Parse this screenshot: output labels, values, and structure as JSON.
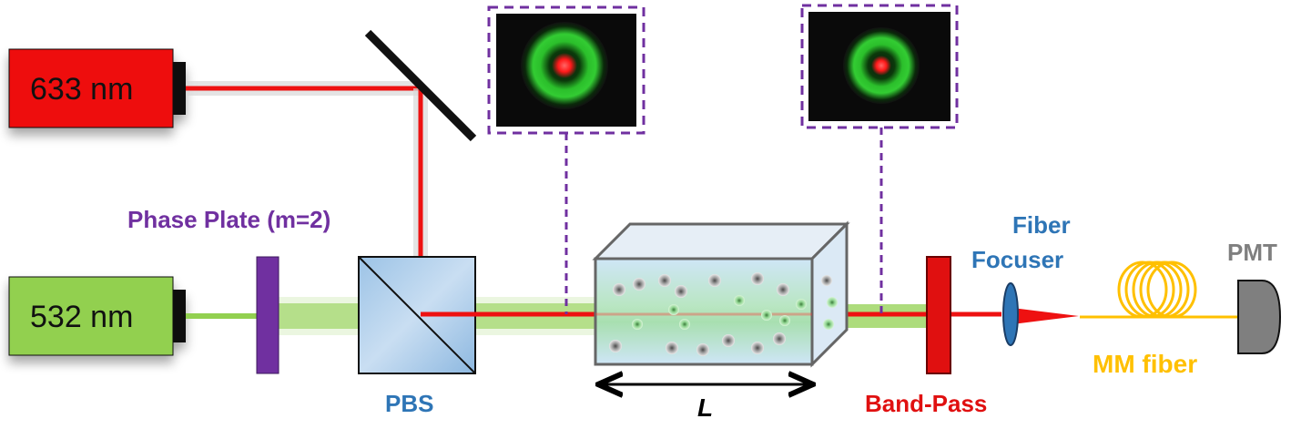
{
  "lasers": [
    {
      "label": "633 nm",
      "color": "#ee1111"
    },
    {
      "label": "532 nm",
      "color": "#92d050"
    }
  ],
  "labels": {
    "phase_plate": "Phase Plate (m=2)",
    "pbs": "PBS",
    "cell_length": "L",
    "band_pass": "Band-Pass",
    "fiber_focuser_line1": "Fiber",
    "fiber_focuser_line2": "Focuser",
    "mm_fiber": "MM fiber",
    "pmt": "PMT"
  },
  "colors": {
    "red_beam": "#ee1111",
    "green_beam": "#8fd14f",
    "phase_plate": "#7030a0",
    "phase_label": "#7030a0",
    "pbs_label": "#2e75b6",
    "band_pass": "#e01010",
    "band_pass_label": "#e01010",
    "fiber_label": "#2e75b6",
    "mm_fiber": "#ffc000",
    "pmt": "#7f7f7f",
    "dashed_box": "#7030a0"
  },
  "insets": [
    {
      "name": "beam-profile-before-cell"
    },
    {
      "name": "beam-profile-after-cell"
    }
  ]
}
